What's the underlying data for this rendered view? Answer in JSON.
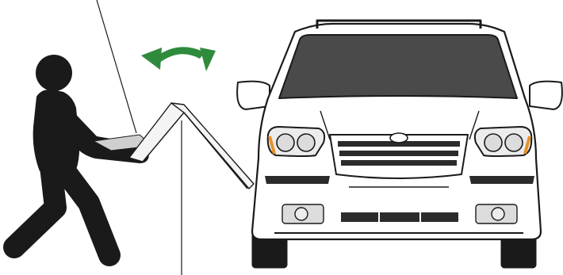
{
  "illustration": {
    "colors": {
      "figure": "#1a1a1a",
      "arrow": "#2e8b3c",
      "outline": "#1a1a1a",
      "windshield": "#4a4a4a",
      "grille": "#2b2b2b",
      "tool": "#cfcfcf",
      "amber": "#e8902a"
    },
    "icons": [
      "person-figure",
      "rotate-arrows-icon",
      "folding-tool",
      "vehicle-front"
    ]
  }
}
